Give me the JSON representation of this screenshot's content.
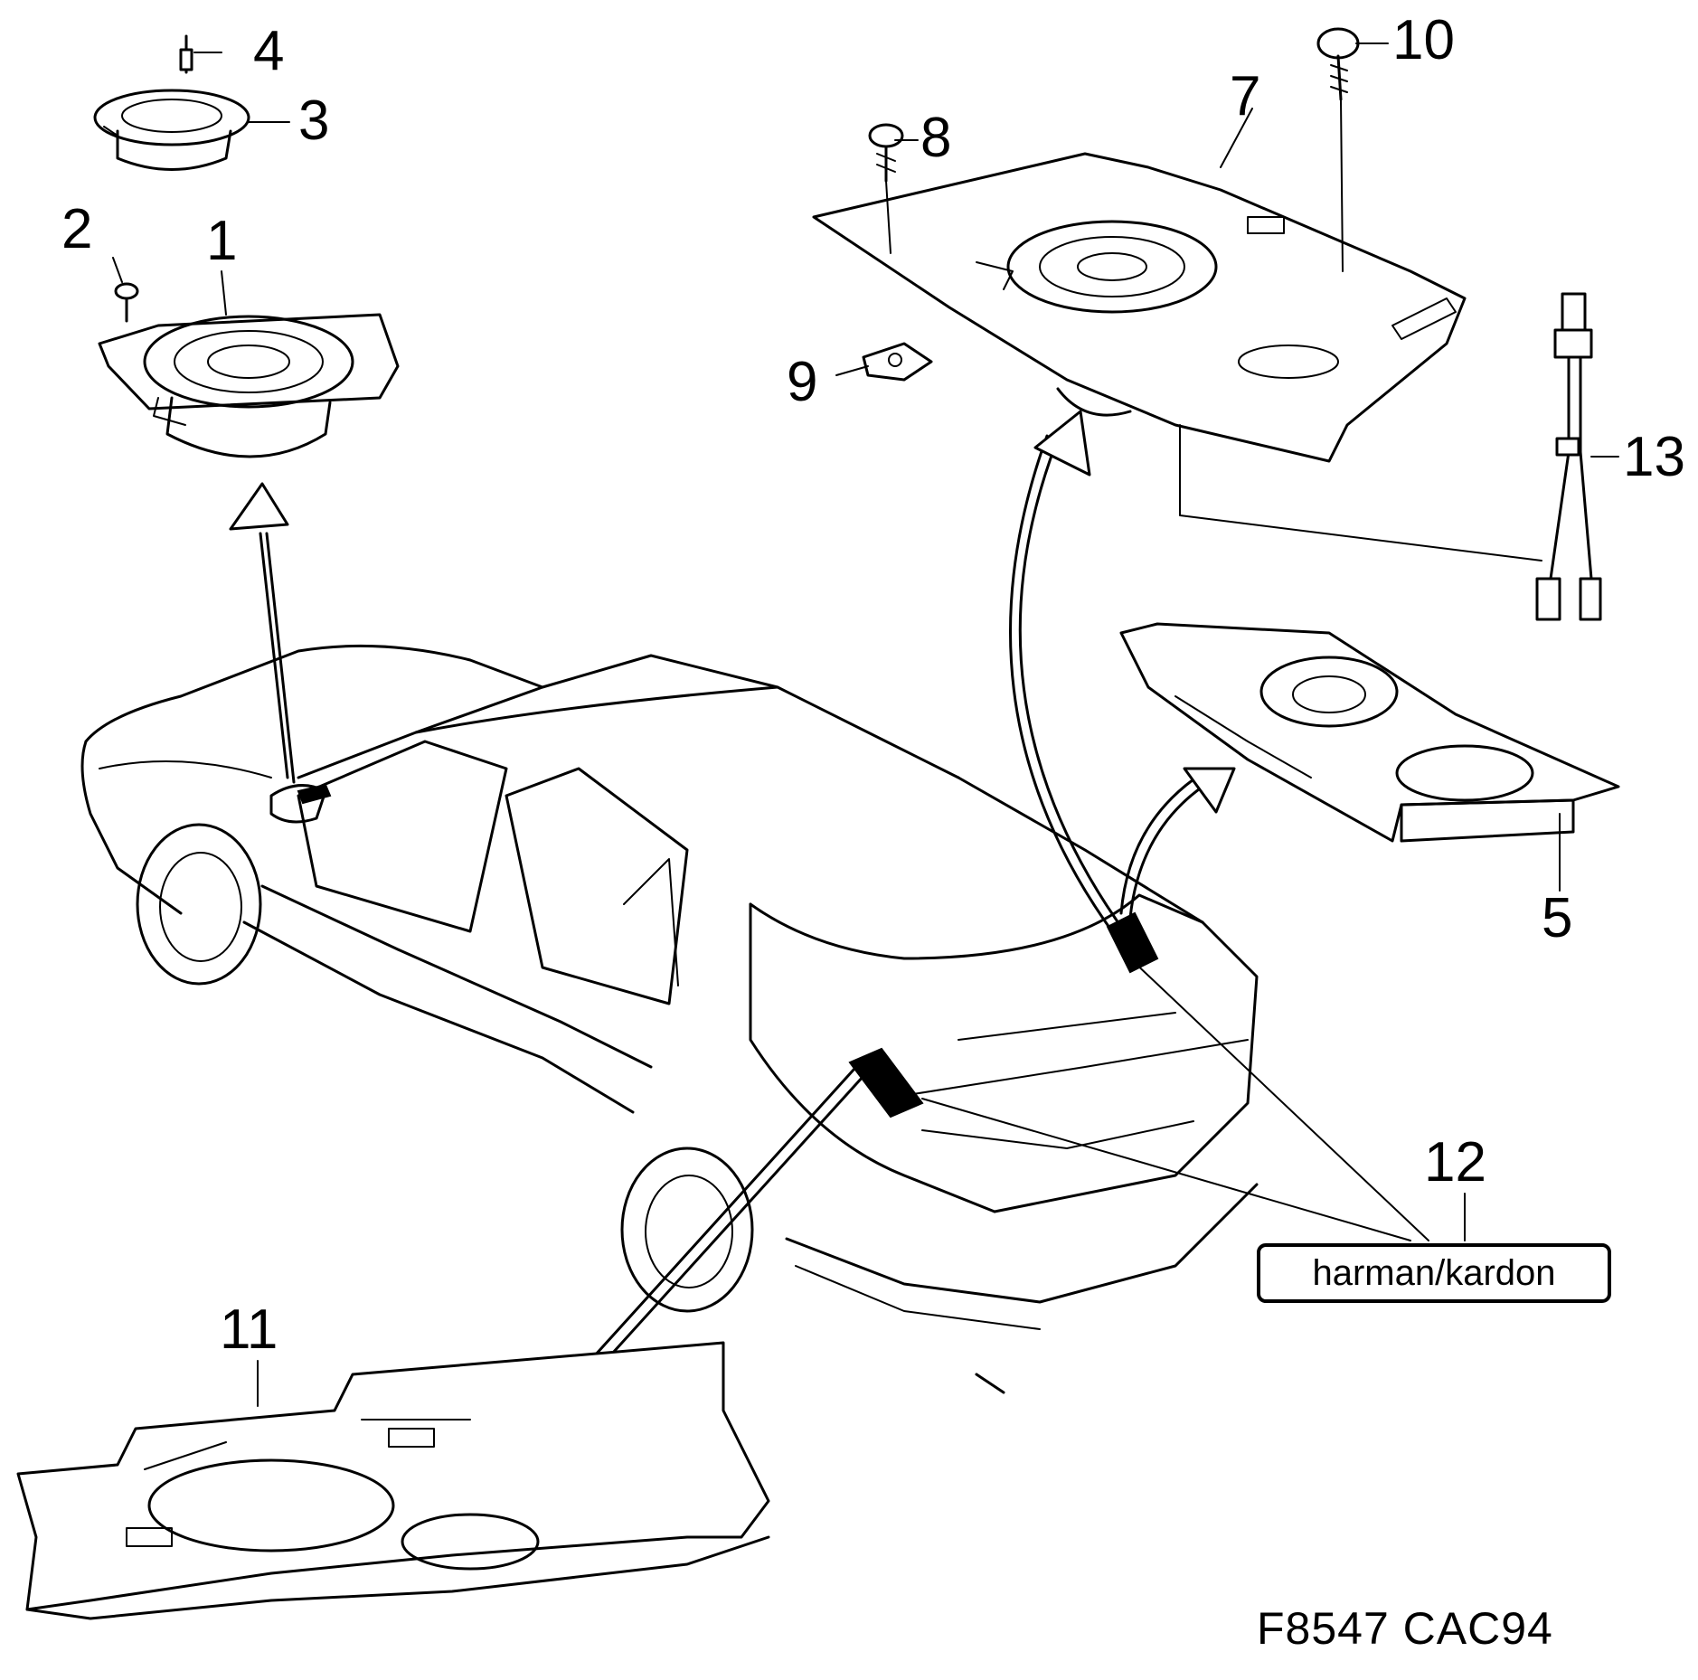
{
  "diagram": {
    "callouts": [
      {
        "id": "1",
        "label": "1"
      },
      {
        "id": "2",
        "label": "2"
      },
      {
        "id": "3",
        "label": "3"
      },
      {
        "id": "4",
        "label": "4"
      },
      {
        "id": "5",
        "label": "5"
      },
      {
        "id": "7",
        "label": "7"
      },
      {
        "id": "8",
        "label": "8"
      },
      {
        "id": "9",
        "label": "9"
      },
      {
        "id": "10",
        "label": "10"
      },
      {
        "id": "11",
        "label": "11"
      },
      {
        "id": "12",
        "label": "12"
      },
      {
        "id": "13",
        "label": "13"
      }
    ],
    "badge_text": "harman/kardon",
    "figure_code": "F8547  CAC94"
  }
}
